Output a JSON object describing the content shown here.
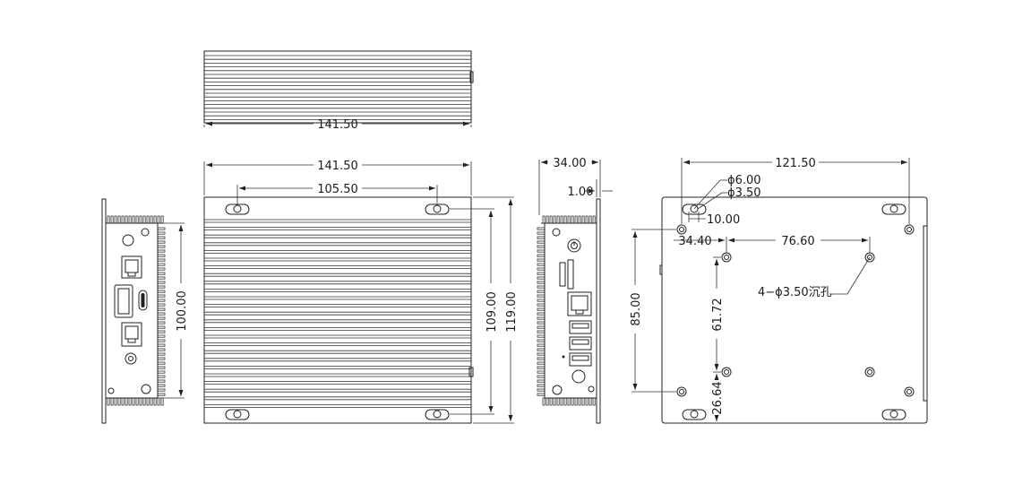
{
  "top_view": {
    "width_label": "141.50"
  },
  "front_view": {
    "width_label": "141.50",
    "hole_spacing_label": "105.50",
    "inner_height_label": "109.00",
    "outer_height_label": "119.00"
  },
  "left_view": {
    "height_label": "100.00"
  },
  "right_view": {
    "depth_label": "34.00",
    "thickness_label": "1.00"
  },
  "bottom_view": {
    "width_label": "121.50",
    "dia_outer_label": "ϕ6.00",
    "dia_inner_label": "ϕ3.50",
    "slot_label": "10.00",
    "offset_x_label": "34.40",
    "spacing_x_label": "76.60",
    "height_label": "85.00",
    "spacing_y_label": "61.72",
    "offset_y_label": "26.64",
    "callout_label": "4−ϕ3.50沉孔"
  }
}
